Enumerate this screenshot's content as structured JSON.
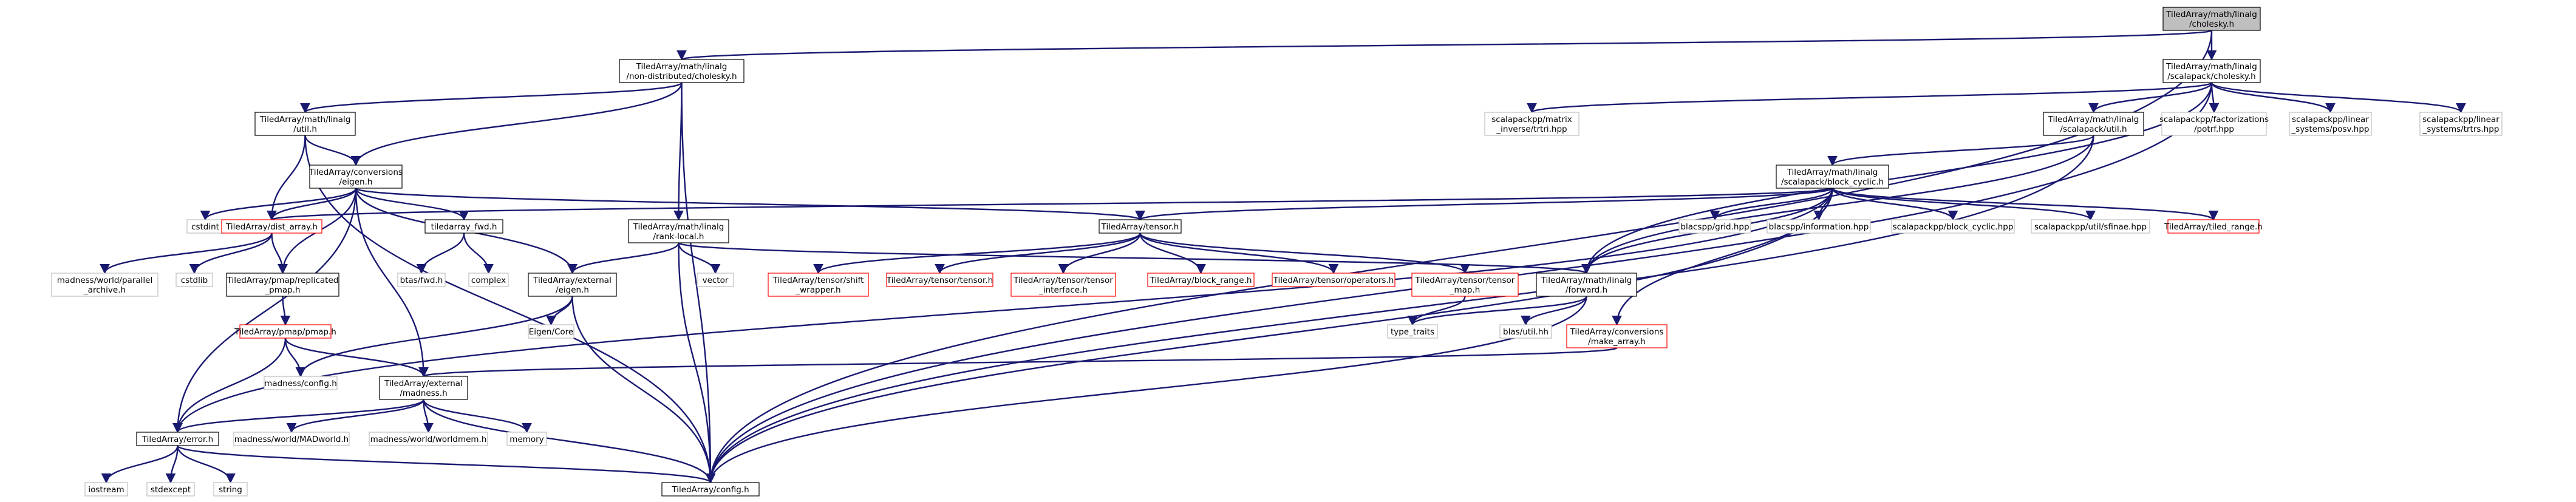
{
  "nodes": {
    "cholesky": "TiledArray/math/linalg\n/cholesky.h",
    "nondist": "TiledArray/math/linalg\n/non-distributed/cholesky.h",
    "scalapack_chol": "TiledArray/math/linalg\n/scalapack/cholesky.h",
    "util": "TiledArray/math/linalg\n/util.h",
    "conv_eigen": "TiledArray/conversions\n/eigen.h",
    "rank_local": "TiledArray/math/linalg\n/rank-local.h",
    "matrix_inverse": "scalapackpp/matrix\n_inverse/trtri.hpp",
    "sp_util": "TiledArray/math/linalg\n/scalapack/util.h",
    "potrf": "scalapackpp/factorizations\n/potrf.hpp",
    "posv": "scalapackpp/linear\n_systems/posv.hpp",
    "trtrs": "scalapackpp/linear\n_systems/trtrs.hpp",
    "block_cyclic": "TiledArray/math/linalg\n/scalapack/block_cyclic.h",
    "cstdint": "cstdint",
    "dist_array": "TiledArray/dist_array.h",
    "fwd": "tiledarray_fwd.h",
    "tensor": "TiledArray/tensor.h",
    "ext_eigen": "TiledArray/external\n/eigen.h",
    "vector": "vector",
    "forward": "TiledArray/math/linalg\n/forward.h",
    "grid": "blacspp/grid.hpp",
    "information": "blacspp/information.hpp",
    "sp_block_cyclic": "scalapackpp/block_cyclic.hpp",
    "sfinae": "scalapackpp/util/sfinae.hpp",
    "tiled_range": "TiledArray/tiled_range.h",
    "parallel_archive": "madness/world/parallel\n_archive.h",
    "cstdlib": "cstdlib",
    "replicated": "TiledArray/pmap/replicated\n_pmap.h",
    "btas_fwd": "btas/fwd.h",
    "complex": "complex",
    "shift_wrapper": "TiledArray/tensor/shift\n_wrapper.h",
    "tensor_tensor": "TiledArray/tensor/tensor.h",
    "tensor_interface": "TiledArray/tensor/tensor\n_interface.h",
    "block_range": "TiledArray/block_range.h",
    "operators": "TiledArray/tensor/operators.h",
    "tensor_map": "TiledArray/tensor/tensor\n_map.h",
    "make_array": "TiledArray/conversions\n/make_array.h",
    "eigen_core": "Eigen/Core",
    "type_traits": "type_traits",
    "blas_util": "blas/util.hh",
    "pmap": "TiledArray/pmap/pmap.h",
    "madness_config": "madness/config.h",
    "ext_madness": "TiledArray/external\n/madness.h",
    "error": "TiledArray/error.h",
    "madworld": "madness/world/MADworld.h",
    "worldmem": "madness/world/worldmem.h",
    "memory": "memory",
    "iostream": "iostream",
    "stdexcept": "stdexcept",
    "string": "string",
    "config": "TiledArray/config.h"
  }
}
